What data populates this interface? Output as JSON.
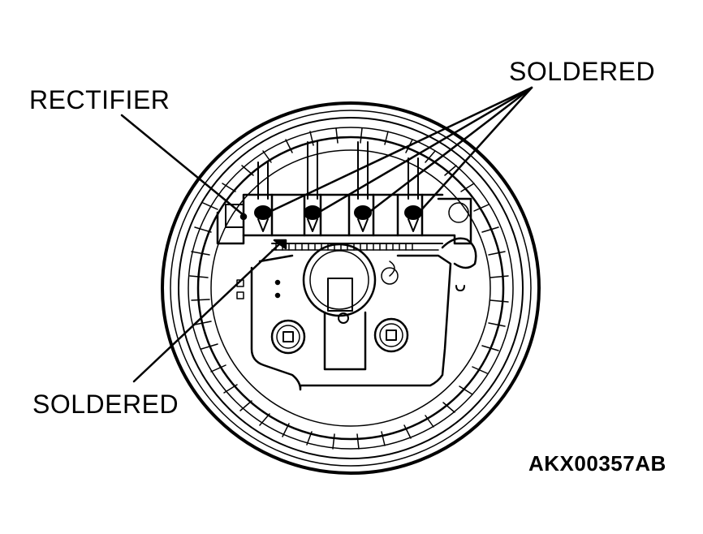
{
  "diagram": {
    "type": "technical-illustration",
    "subject": "alternator stator and rectifier assembly (rear view)",
    "colors": {
      "ink": "#000000",
      "background": "#ffffff"
    },
    "labels": [
      {
        "id": "rectifier",
        "text": "RECTIFIER"
      },
      {
        "id": "soldered_top",
        "text": "SOLDERED"
      },
      {
        "id": "soldered_bottom",
        "text": "SOLDERED"
      }
    ],
    "figure_code": "AKX00357AB",
    "terminals_count": 4
  }
}
